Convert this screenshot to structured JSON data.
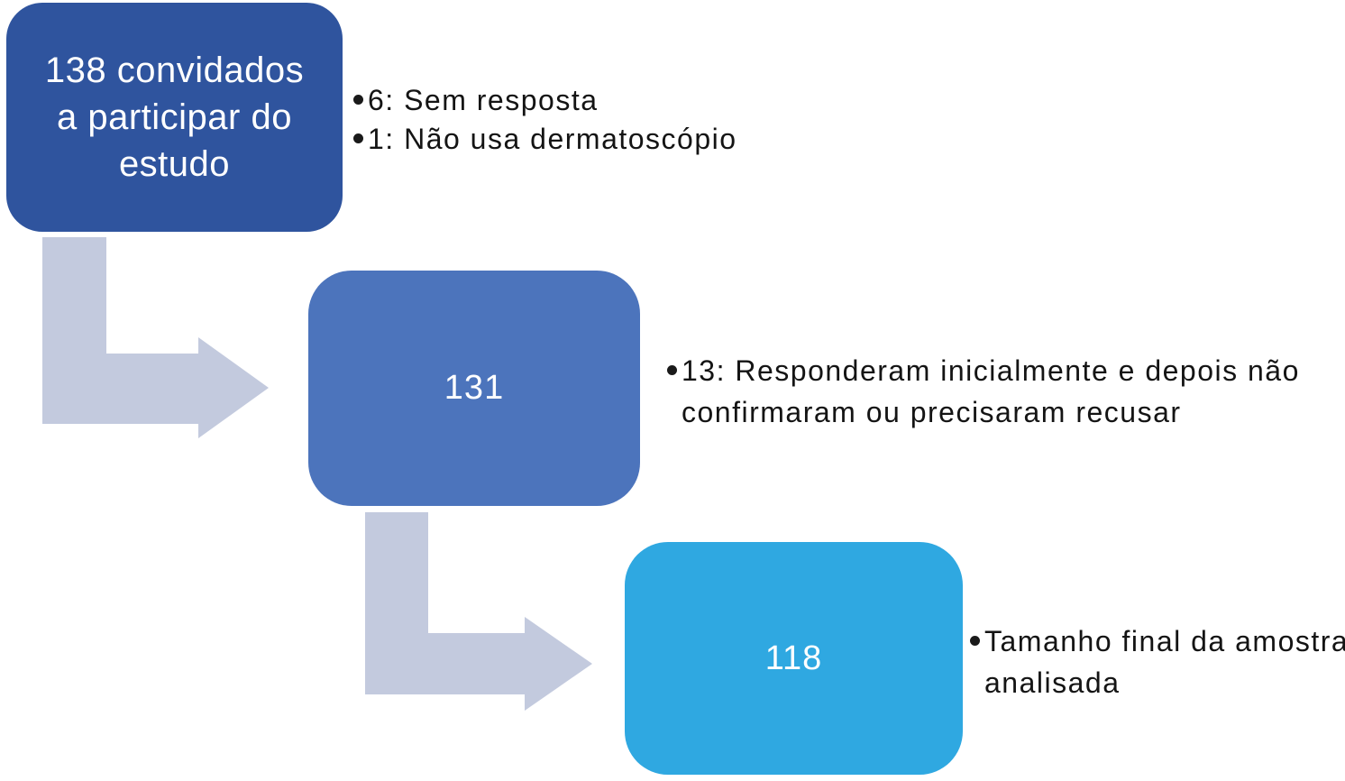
{
  "colors": {
    "step1_box": "#2F549E",
    "step2_box": "#4C74BC",
    "step3_box": "#2FA8E1",
    "arrow": "#C3CADE",
    "box_text": "#FFFFFF",
    "note_text": "#141414",
    "bullet_dot": "#1A1A1A"
  },
  "flowchart": {
    "type": "flowchart",
    "steps": [
      {
        "box_label": "138 convidados a participar do estudo",
        "notes": [
          "6: Sem resposta",
          "1: Não usa dermatoscópio"
        ]
      },
      {
        "box_label": "131",
        "notes": [
          "13: Responderam inicialmente e depois não confirmaram ou precisaram recusar"
        ]
      },
      {
        "box_label": "118",
        "notes": [
          "Tamanho final da amostra analisada"
        ]
      }
    ]
  }
}
